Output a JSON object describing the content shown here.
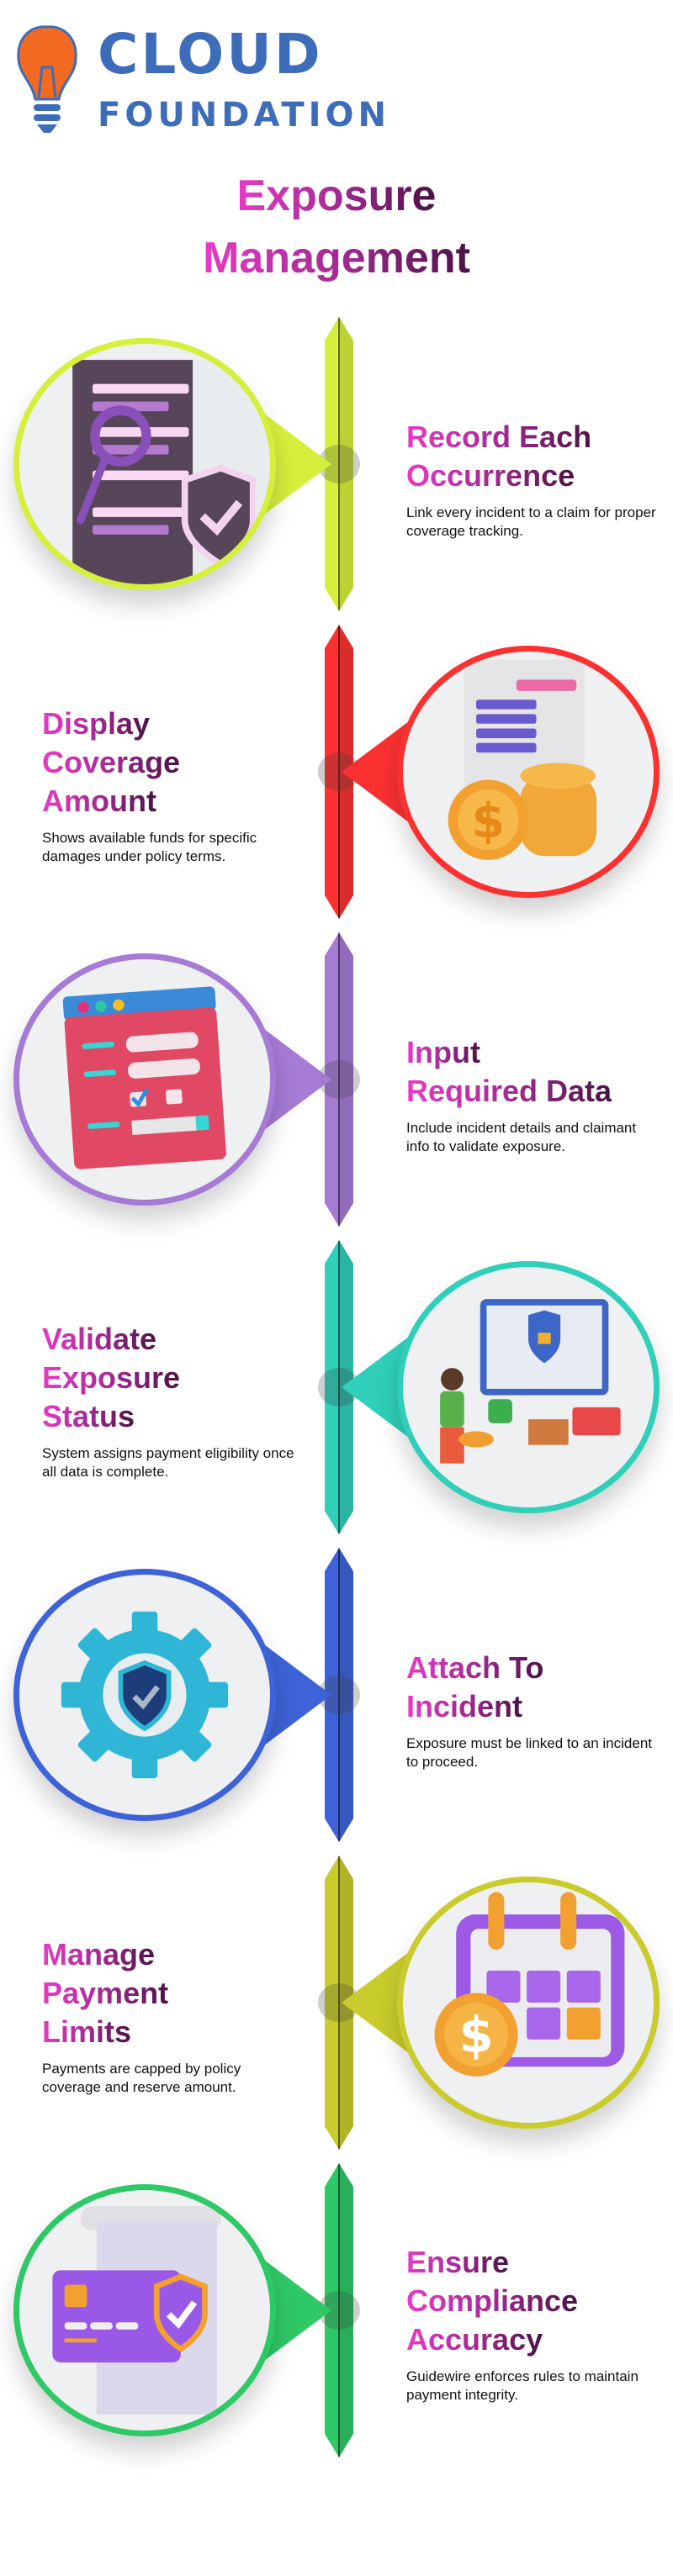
{
  "logo": {
    "line1": "CLOUD",
    "line2": "FOUNDATION"
  },
  "title": {
    "line1": "Exposure",
    "line2": "Management"
  },
  "sections": [
    {
      "title_lines": [
        "Record Each",
        "Occurrence"
      ],
      "description": "Link every incident to a claim for proper coverage tracking.",
      "color": "#d6ef3c",
      "icon": "document-search-shield-icon"
    },
    {
      "title_lines": [
        "Display",
        "Coverage",
        "Amount"
      ],
      "description": "Shows available funds for specific damages under policy terms.",
      "color": "#fb3131",
      "icon": "document-coins-icon"
    },
    {
      "title_lines": [
        "Input",
        "Required Data"
      ],
      "description": "Include incident details and claimant info to validate exposure.",
      "color": "#a67bd6",
      "icon": "web-form-icon"
    },
    {
      "title_lines": [
        "Validate",
        "Exposure",
        "Status"
      ],
      "description": "System assigns payment eligibility once all data is complete.",
      "color": "#2fcfb9",
      "icon": "secure-payment-icon"
    },
    {
      "title_lines": [
        "Attach To",
        "Incident"
      ],
      "description": "Exposure must be linked to an incident to proceed.",
      "color": "#3e63d8",
      "icon": "shield-gear-icon"
    },
    {
      "title_lines": [
        "Manage",
        "Payment",
        "Limits"
      ],
      "description": "Payments are capped by policy coverage and reserve amount.",
      "color": "#c9cc2c",
      "icon": "calendar-dollar-icon"
    },
    {
      "title_lines": [
        "Ensure",
        "Compliance",
        "Accuracy"
      ],
      "description": "Guidewire enforces rules to maintain payment integrity.",
      "color": "#2fc866",
      "icon": "credit-card-shield-icon"
    }
  ]
}
